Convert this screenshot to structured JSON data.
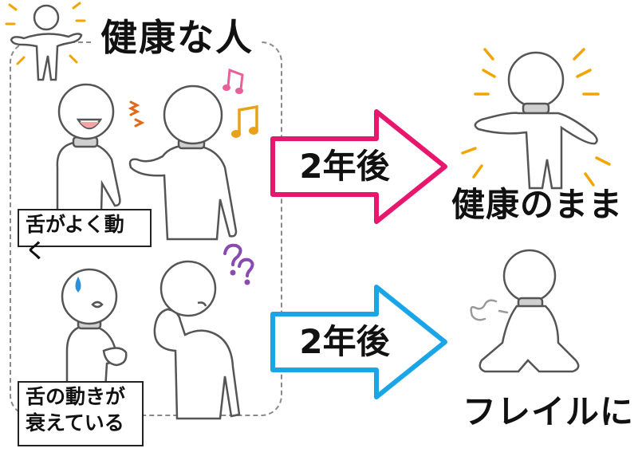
{
  "title": "健康な人",
  "labels": {
    "good_tongue": "舌がよく動く",
    "weak_tongue_line1": "舌の動きが",
    "weak_tongue_line2": "衰えている"
  },
  "arrows": {
    "top": {
      "text": "2年後",
      "color": "#e8176d"
    },
    "bottom": {
      "text": "2年後",
      "color": "#1aa6e6"
    }
  },
  "results": {
    "top": "健康のまま",
    "bottom": "フレイルに"
  },
  "colors": {
    "music_note": "#e8a21a",
    "music_note_pink": "#e8609a",
    "question_mark": "#8a4bb0",
    "sweat": "#2f8fd8",
    "sparkle": "#f0a500",
    "speech_marks": "#e06a1a",
    "collar": "#d0d0d0"
  }
}
